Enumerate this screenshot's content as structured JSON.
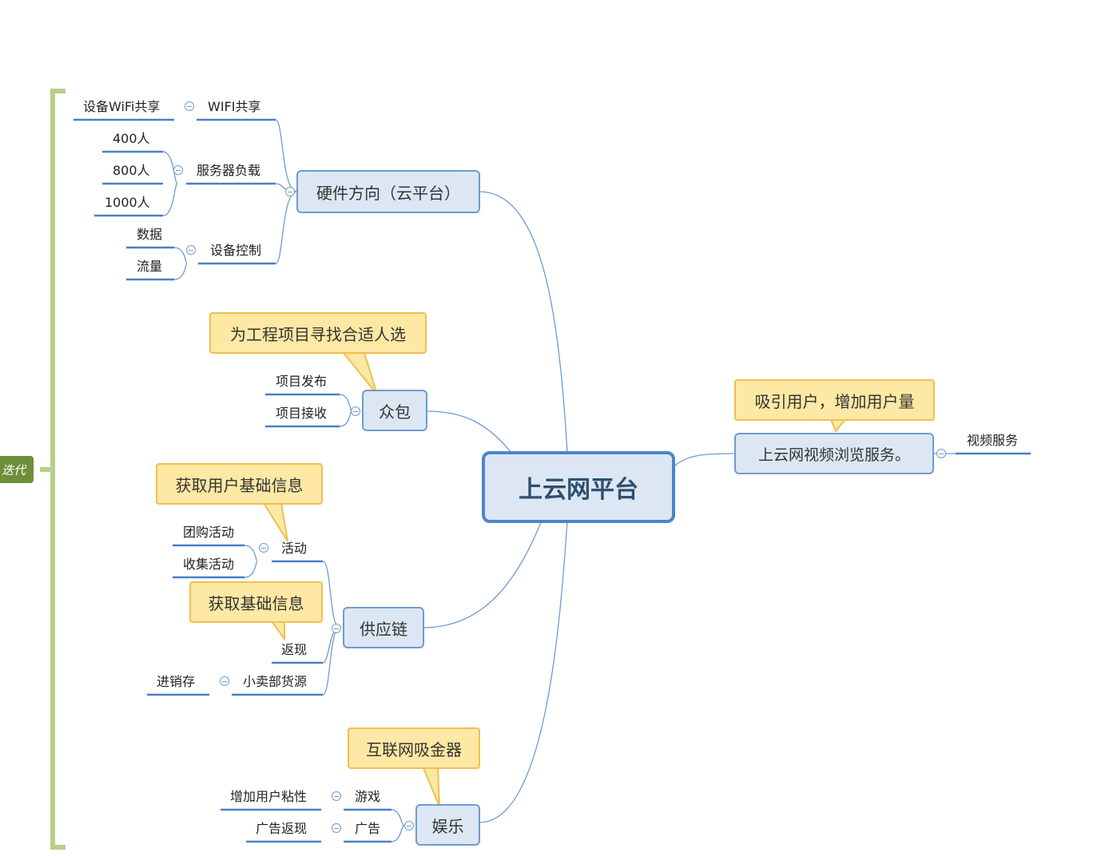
{
  "central": "上云网平台",
  "iteration_label": "迭代",
  "hardware": {
    "title": "硬件方向（云平台）",
    "wifi": {
      "label": "WIFI共享",
      "child": "设备WiFi共享"
    },
    "server": {
      "label": "服务器负载",
      "children": [
        "400人",
        "800人",
        "1000人"
      ]
    },
    "device": {
      "label": "设备控制",
      "children": [
        "数据",
        "流量"
      ]
    }
  },
  "crowd": {
    "title": "众包",
    "note": "为工程项目寻找合适人选",
    "children": [
      "项目发布",
      "项目接收"
    ]
  },
  "supply": {
    "title": "供应链",
    "activity": {
      "label": "活动",
      "note": "获取用户基础信息",
      "children": [
        "团购活动",
        "收集活动"
      ]
    },
    "cashback": {
      "label": "返现",
      "note": "获取基础信息"
    },
    "shop": {
      "label": "小卖部货源",
      "child": "进销存"
    }
  },
  "fun": {
    "title": "娱乐",
    "note": "互联网吸金器",
    "game": {
      "label": "游戏",
      "child": "增加用户粘性"
    },
    "ad": {
      "label": "广告",
      "child": "广告返现"
    }
  },
  "video": {
    "title": "上云网视频浏览服务。",
    "note": "吸引用户，增加用户量",
    "child": "视频服务"
  }
}
